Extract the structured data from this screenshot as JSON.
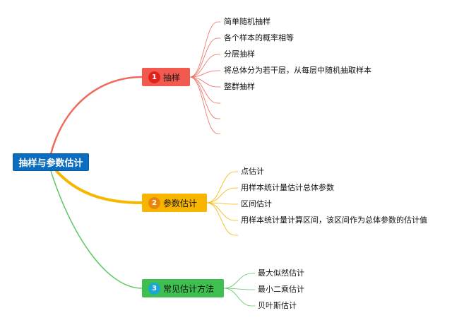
{
  "root": {
    "label": "抽样与参数估计",
    "color": "#0b6cc0"
  },
  "branches": [
    {
      "label": "抽样",
      "badge": "1",
      "node_color": "#f25a50",
      "badge_color": "#e0231a",
      "line_color": "#f06a5c",
      "leaves": [
        "简单随机抽样",
        "各个样本的概率相等",
        "分层抽样",
        "将总体分为若干层，从每层中随机抽取样本",
        "整群抽样"
      ]
    },
    {
      "label": "参数估计",
      "badge": "2",
      "node_color": "#f7b500",
      "badge_color": "#e8860c",
      "line_color": "#f5b700",
      "leaves": [
        "点估计",
        "用样本统计量估计总体参数",
        "区间估计",
        "用样本统计量计算区间，该区间作为总体参数的估计值"
      ]
    },
    {
      "label": "常见估计方法",
      "badge": "3",
      "node_color": "#3fbf4f",
      "badge_color": "#1aa6d6",
      "line_color": "#5cc760",
      "leaves": [
        "最大似然估计",
        "最小二乘估计",
        "贝叶斯估计"
      ]
    }
  ]
}
